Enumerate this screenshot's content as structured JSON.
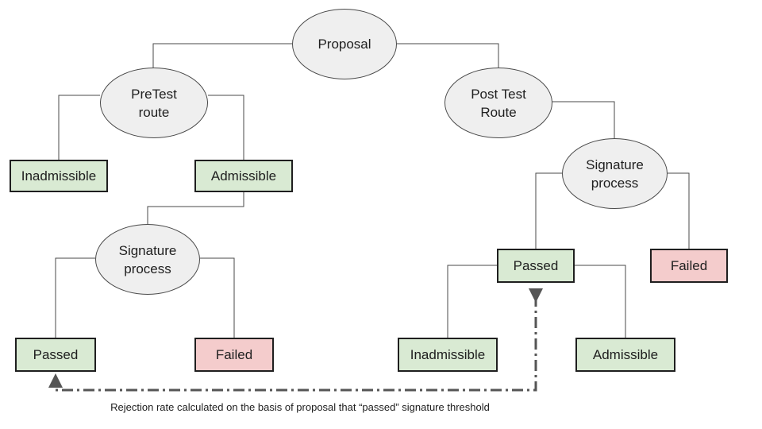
{
  "nodes": {
    "proposal": "Proposal",
    "pretest_route": "PreTest\nroute",
    "posttest_route": "Post Test\nRoute",
    "pre_inadmissible": "Inadmissible",
    "pre_admissible": "Admissible",
    "pre_signature": "Signature\nprocess",
    "pre_passed": "Passed",
    "pre_failed": "Failed",
    "post_signature": "Signature\nprocess",
    "post_passed": "Passed",
    "post_failed": "Failed",
    "post_inadmissible": "Inadmissible",
    "post_admissible": "Admissible"
  },
  "caption": "Rejection rate calculated on the basis of proposal that “passed” signature threshold",
  "colors": {
    "ellipse_fill": "#efefef",
    "pass_fill": "#d9ead3",
    "fail_fill": "#f4cccc",
    "connector": "#4a4a4a",
    "dash_arrow": "#555555"
  }
}
